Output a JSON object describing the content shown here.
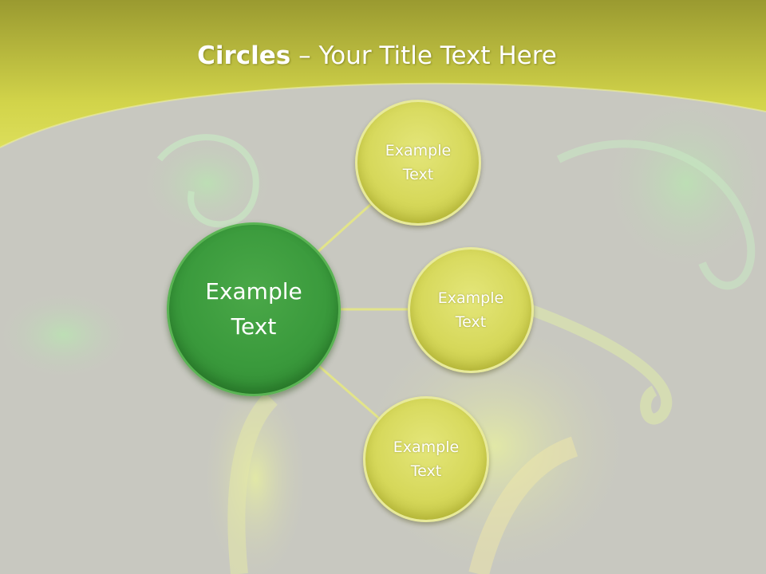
{
  "title": {
    "bold": "Circles",
    "rest": " – Your Title Text Here"
  },
  "center": {
    "text": "Example\nText",
    "color": "#3a9a3c"
  },
  "satellites": [
    {
      "text": "Example\nText"
    },
    {
      "text": "Example\nText"
    },
    {
      "text": "Example\nText"
    }
  ],
  "colors": {
    "header": "#d6d84a",
    "satellite_fill": "#d6d85a",
    "connector": "#e2e48a",
    "background": "#c8c8c0"
  }
}
